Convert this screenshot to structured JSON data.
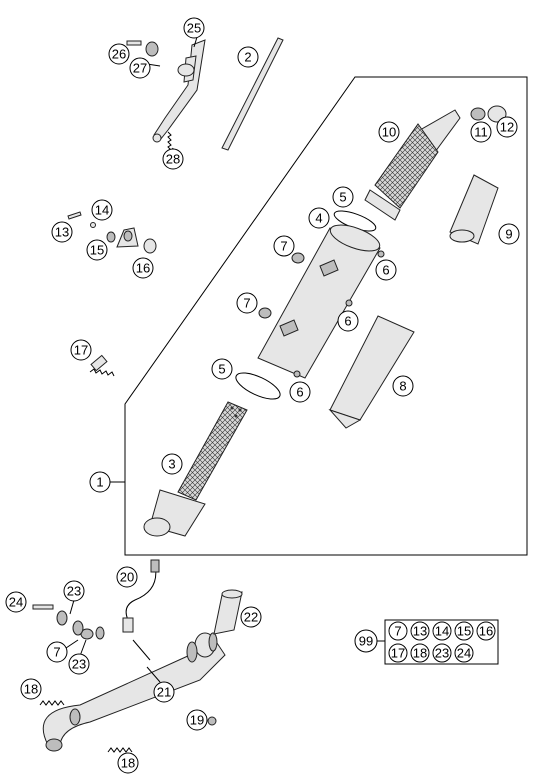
{
  "callouts": {
    "c1": "1",
    "c2": "2",
    "c3": "3",
    "c4": "4",
    "c5a": "5",
    "c5b": "5",
    "c6a": "6",
    "c6b": "6",
    "c6c": "6",
    "c7a": "7",
    "c7b": "7",
    "c7c": "7",
    "c8": "8",
    "c9": "9",
    "c10": "10",
    "c11": "11",
    "c12": "12",
    "c13": "13",
    "c14": "14",
    "c15": "15",
    "c16": "16",
    "c17": "17",
    "c18a": "18",
    "c18b": "18",
    "c19": "19",
    "c20": "20",
    "c21": "21",
    "c22": "22",
    "c23a": "23",
    "c23b": "23",
    "c24": "24",
    "c25": "25",
    "c26": "26",
    "c27": "27",
    "c28": "28"
  },
  "kit": {
    "number": "99",
    "row1": [
      "7",
      "13",
      "14",
      "15",
      "16"
    ],
    "row2": [
      "17",
      "18",
      "23",
      "24"
    ]
  }
}
